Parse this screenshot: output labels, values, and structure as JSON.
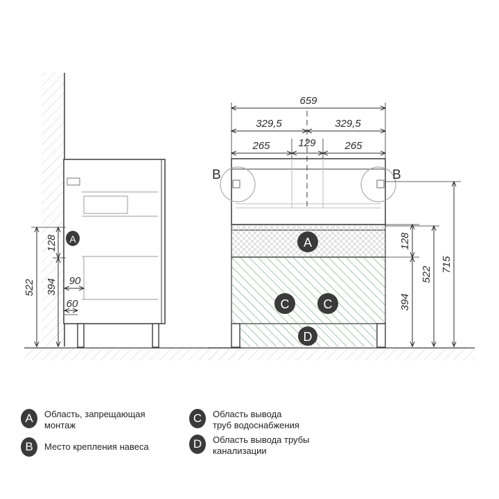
{
  "dimensions": {
    "total_width": "659",
    "half_width_left": "329,5",
    "half_width_right": "329,5",
    "offset_left": "265",
    "center_gap": "129",
    "offset_right": "265",
    "zone_a_height": "128",
    "zone_a_top": "522",
    "zone_c_top": "394",
    "total_height": "715",
    "side_depth_90": "90",
    "side_depth_60": "60",
    "side_zone_a": "128",
    "side_total_522": "522",
    "side_394": "394"
  },
  "callouts": {
    "a": "A",
    "b": "B",
    "c": "C",
    "d": "D"
  },
  "legend": [
    {
      "letter": "A",
      "text": "Область, запрещающая\nмонтаж"
    },
    {
      "letter": "B",
      "text": "Место крепления навеса"
    },
    {
      "letter": "C",
      "text": "Область вывода\nтруб водоснабжения"
    },
    {
      "letter": "D",
      "text": "Область вывода трубы\nканализации"
    }
  ],
  "colors": {
    "line": "#3a3a3a",
    "hatch_green": "#8fb39a",
    "badge": "#3a3a3a"
  }
}
